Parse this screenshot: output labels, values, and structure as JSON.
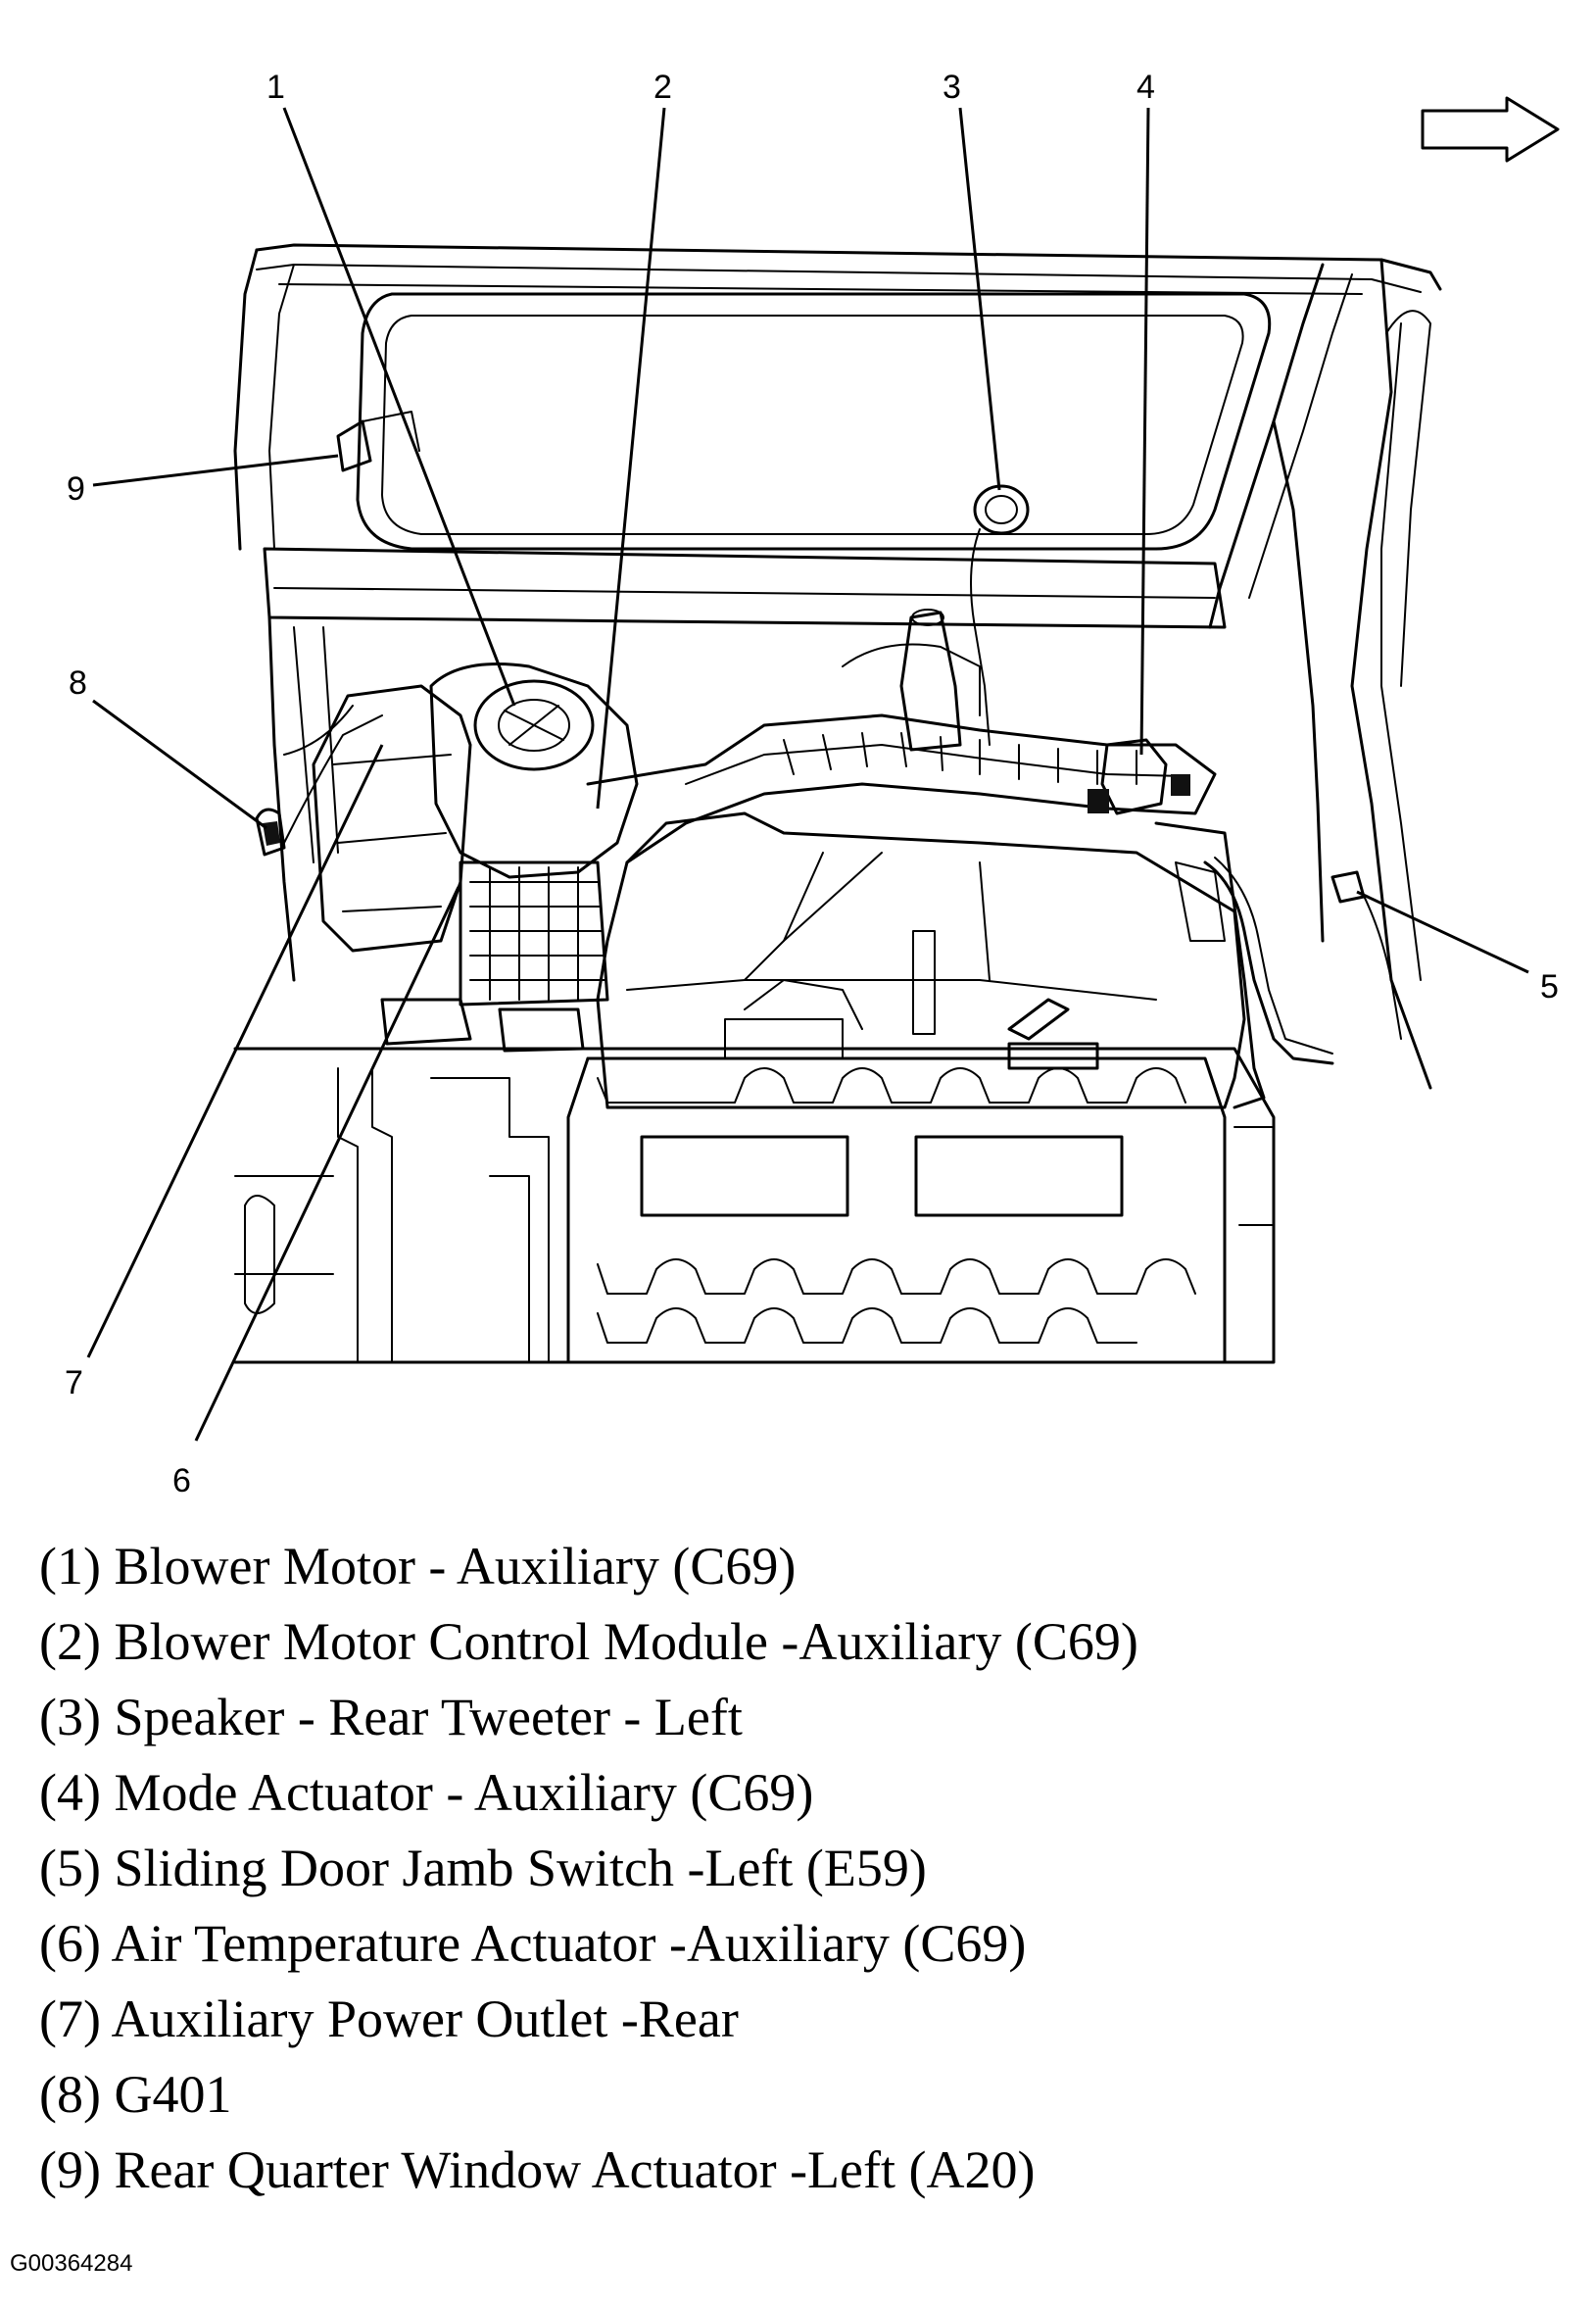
{
  "callouts": [
    {
      "number": "1"
    },
    {
      "number": "2"
    },
    {
      "number": "3"
    },
    {
      "number": "4"
    },
    {
      "number": "5"
    },
    {
      "number": "6"
    },
    {
      "number": "7"
    },
    {
      "number": "8"
    },
    {
      "number": "9"
    }
  ],
  "legend": [
    "(1) Blower Motor - Auxiliary (C69)",
    "(2) Blower Motor Control Module -Auxiliary (C69)",
    "(3) Speaker - Rear Tweeter - Left",
    "(4) Mode Actuator - Auxiliary (C69)",
    "(5) Sliding Door Jamb Switch -Left (E59)",
    "(6) Air Temperature Actuator -Auxiliary (C69)",
    "(7) Auxiliary Power Outlet -Rear",
    "(8) G401",
    "(9) Rear Quarter Window Actuator -Left (A20)"
  ],
  "figure_id": "G00364284",
  "icons": [
    "forward-arrow-icon"
  ]
}
